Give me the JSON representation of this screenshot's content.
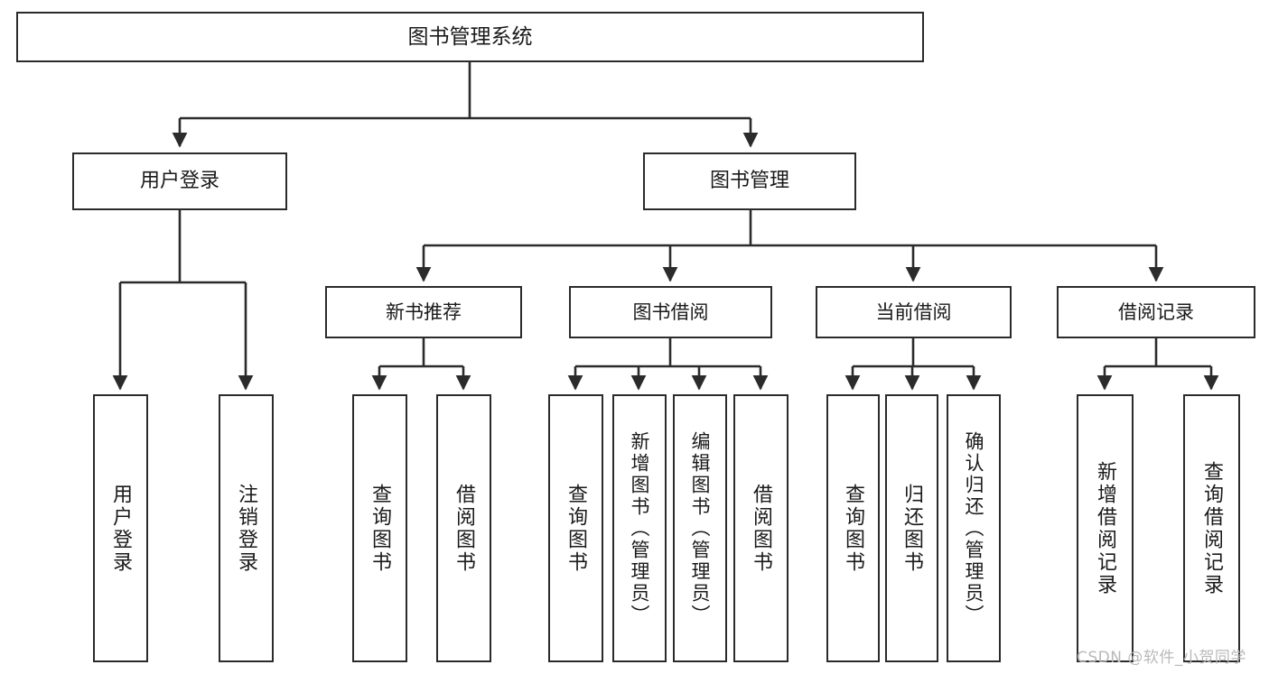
{
  "diagram": {
    "title": "图书管理系统",
    "type": "tree-hierarchy",
    "root": {
      "label": "图书管理系统"
    },
    "level2": [
      {
        "label": "用户登录"
      },
      {
        "label": "图书管理"
      }
    ],
    "level3": [
      {
        "label": "新书推荐"
      },
      {
        "label": "图书借阅"
      },
      {
        "label": "当前借阅"
      },
      {
        "label": "借阅记录"
      }
    ],
    "leaves": [
      {
        "label": "用户登录",
        "parent": "用户登录"
      },
      {
        "label": "注销登录",
        "parent": "用户登录"
      },
      {
        "label": "查询图书",
        "parent": "新书推荐"
      },
      {
        "label": "借阅图书",
        "parent": "新书推荐"
      },
      {
        "label": "查询图书",
        "parent": "图书借阅"
      },
      {
        "label": "新增图书（管理员）",
        "parent": "图书借阅"
      },
      {
        "label": "编辑图书（管理员）",
        "parent": "图书借阅"
      },
      {
        "label": "借阅图书",
        "parent": "图书借阅"
      },
      {
        "label": "查询图书",
        "parent": "当前借阅"
      },
      {
        "label": "归还图书",
        "parent": "当前借阅"
      },
      {
        "label": "确认归还（管理员）",
        "parent": "当前借阅"
      },
      {
        "label": "新增借阅记录",
        "parent": "借阅记录"
      },
      {
        "label": "查询借阅记录",
        "parent": "借阅记录"
      }
    ]
  },
  "watermark": {
    "text": "CSDN @软件_小贺同学"
  },
  "colors": {
    "stroke": "#2b2b2b",
    "fill": "#ffffff",
    "text": "#1a1a1a",
    "watermark": "#b9b9b9"
  }
}
